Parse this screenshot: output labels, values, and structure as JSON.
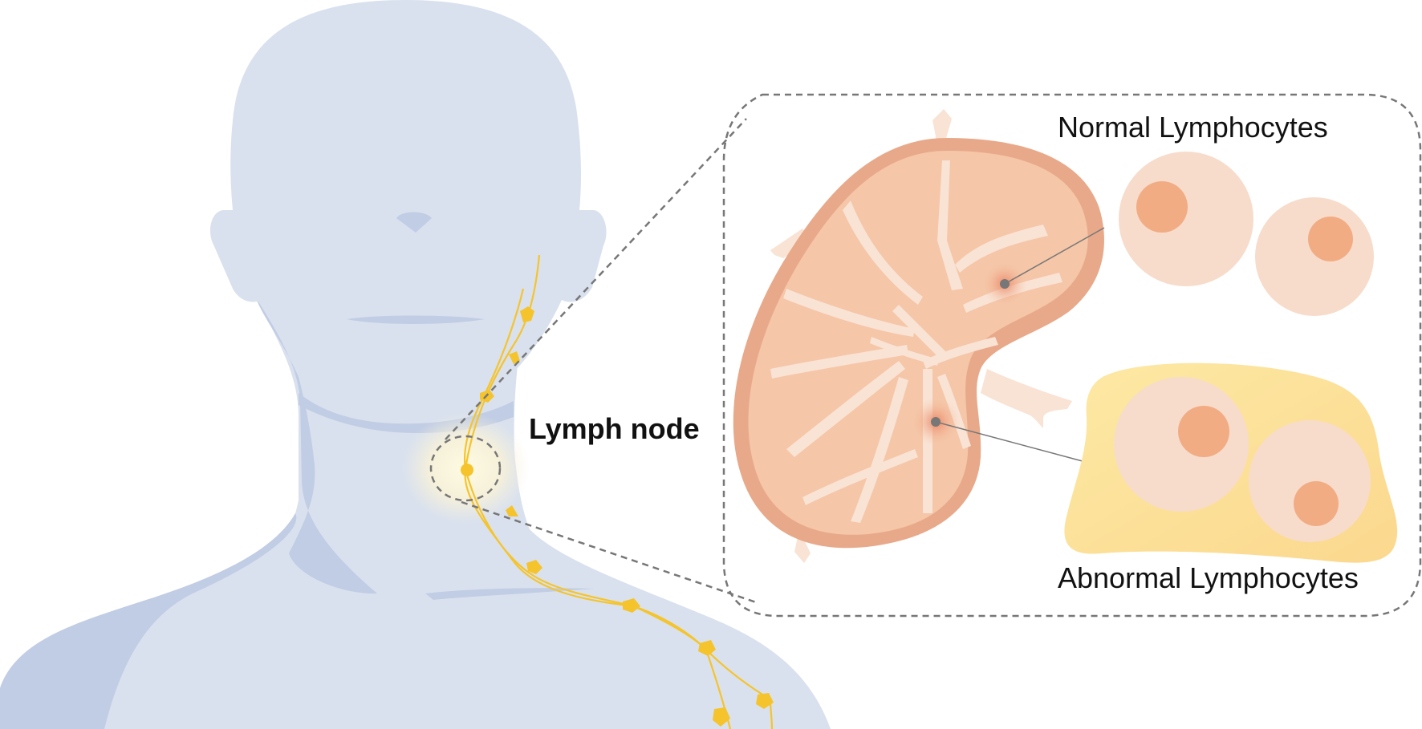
{
  "labels": {
    "lymph_node": "Lymph node",
    "normal": "Normal Lymphocytes",
    "abnormal": "Abnormal Lymphocytes"
  },
  "colors": {
    "body": "#d9e1ee",
    "body_shadow": "#c1cde4",
    "lymph_vessel": "#f5c42c",
    "node_outer": "#e8a98a",
    "node_inner": "#f5c6a8",
    "node_trabeculae": "#f9e3d4",
    "cell_body": "#f7dccb",
    "cell_nucleus": "#f2ac84",
    "abnormal_bg": "#fde59a",
    "dashed_line": "#777777"
  }
}
